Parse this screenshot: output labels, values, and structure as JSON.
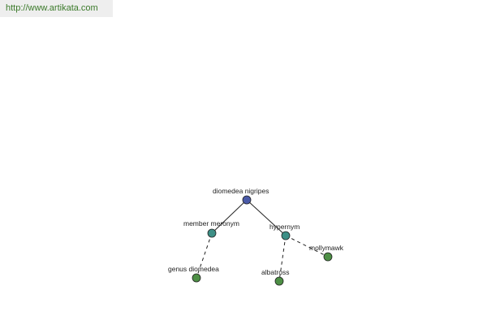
{
  "site_link": {
    "label": "http://www.artikata.com"
  },
  "colors": {
    "root_node": "#4a5aa8",
    "relation_node": "#3d8f86",
    "term_node": "#4d8f45",
    "edge": "#222222",
    "link_text": "#3b7a2a"
  },
  "graph": {
    "nodes": [
      {
        "id": "root",
        "label": "diomedea nigripes",
        "kind": "root"
      },
      {
        "id": "member-meronym",
        "label": "member meronym",
        "kind": "relation"
      },
      {
        "id": "hypernym",
        "label": "hypernym",
        "kind": "relation"
      },
      {
        "id": "genus-diomedea",
        "label": "genus diomedea",
        "kind": "term"
      },
      {
        "id": "albatross",
        "label": "albatross",
        "kind": "term"
      },
      {
        "id": "mollymawk",
        "label": "mollymawk",
        "kind": "term"
      }
    ],
    "edges": [
      {
        "from": "root",
        "to": "member-meronym",
        "style": "solid"
      },
      {
        "from": "root",
        "to": "hypernym",
        "style": "solid"
      },
      {
        "from": "member-meronym",
        "to": "genus-diomedea",
        "style": "dashed"
      },
      {
        "from": "hypernym",
        "to": "albatross",
        "style": "dashed"
      },
      {
        "from": "hypernym",
        "to": "mollymawk",
        "style": "dashed"
      }
    ]
  }
}
